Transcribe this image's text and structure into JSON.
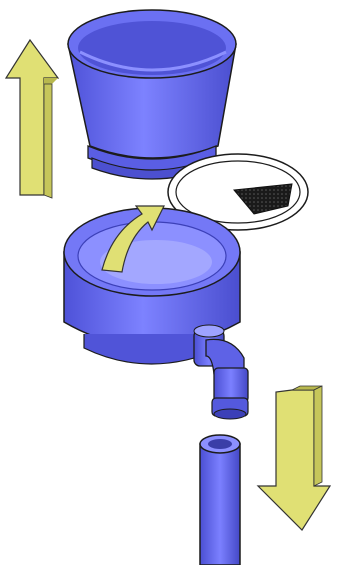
{
  "diagram": {
    "kind": "exploded-assembly",
    "colors": {
      "part": "#6a6ef2",
      "part_light": "#9ea3ff",
      "part_dark": "#3c40b8",
      "outline": "#1c1c1c",
      "arrow": "#e2e27a",
      "arrow_dark": "#b9b952",
      "screen": "#222222"
    },
    "parts": [
      {
        "name": "cup",
        "icon": "conical-cup"
      },
      {
        "name": "filter-ring",
        "icon": "ring-with-screen"
      },
      {
        "name": "base-bowl",
        "icon": "cylindrical-bowl"
      },
      {
        "name": "elbow-fitting",
        "icon": "elbow-connector"
      },
      {
        "name": "drain-tube",
        "icon": "tube"
      }
    ],
    "arrows": [
      {
        "name": "lift-up",
        "direction": "up"
      },
      {
        "name": "rotate",
        "direction": "curved"
      },
      {
        "name": "pull-down",
        "direction": "down"
      }
    ]
  }
}
